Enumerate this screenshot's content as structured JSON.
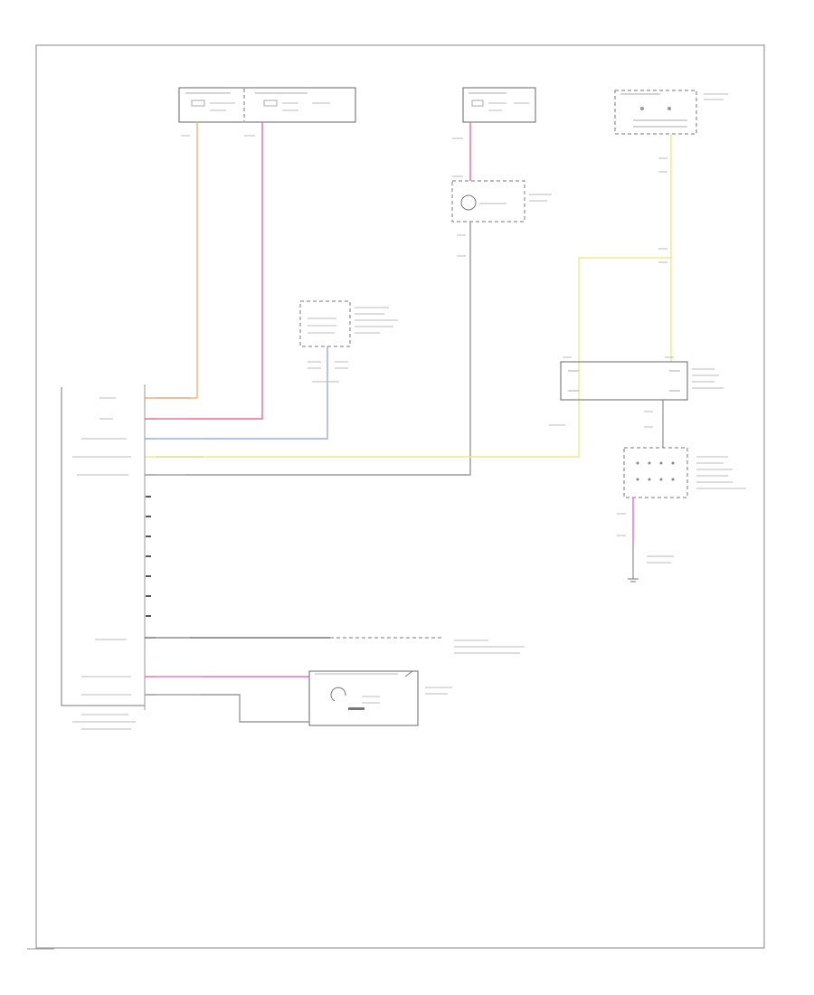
{
  "wire_colors": {
    "orange": "#f5b37a",
    "pink": "#f06a8a",
    "blue": "#9fa8e0",
    "yellow": "#ecec8c",
    "gray": "#9a9a9a",
    "magenta": "#e66bd6",
    "dark": "#777777"
  },
  "icons": [
    "ground-symbol",
    "motor-symbol",
    "switch-symbol"
  ]
}
